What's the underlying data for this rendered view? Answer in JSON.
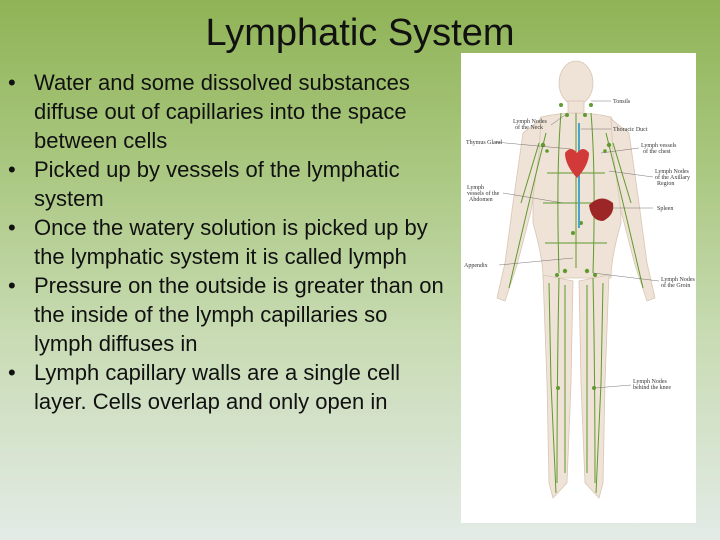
{
  "slide": {
    "title": "Lymphatic System",
    "bullets": [
      "Water and some dissolved substances diffuse out of capillaries into the space between cells",
      "Picked up by vessels of the lymphatic system",
      "Once the watery solution is picked up by the lymphatic system it is called lymph",
      "Pressure on the outside is greater than on the inside of the lymph capillaries so lymph diffuses in",
      "Lymph capillary walls are a single cell layer. Cells overlap and only open in"
    ],
    "bullet_glyph": "•"
  },
  "figure": {
    "labels": {
      "tonsils": "Tonsils",
      "nodes_neck_1": "Lymph Nodes",
      "nodes_neck_2": "of the Neck",
      "thoracic_duct": "Thoracic Duct",
      "thymus": "Thymus Gland",
      "vessels_chest_1": "Lymph vessels",
      "vessels_chest_2": "of the chest",
      "nodes_axillary_1": "Lymph Nodes",
      "nodes_axillary_2": "of the Axillary",
      "nodes_axillary_3": "Region",
      "vessels_abdomen_1": "Lymph",
      "vessels_abdomen_2": "vessels of the",
      "vessels_abdomen_3": "Abdomen",
      "spleen": "Spleen",
      "appendix": "Appendix",
      "nodes_groin_1": "Lymph Nodes",
      "nodes_groin_2": "of the Groin",
      "nodes_knee_1": "Lymph Nodes",
      "nodes_knee_2": "behind the knee"
    },
    "colors": {
      "skin": "#efe2d6",
      "vessels": "#5f9b2e",
      "heart": "#d23a3a",
      "spleen": "#9c2525",
      "thoracic_duct": "#4aa3c8"
    }
  }
}
